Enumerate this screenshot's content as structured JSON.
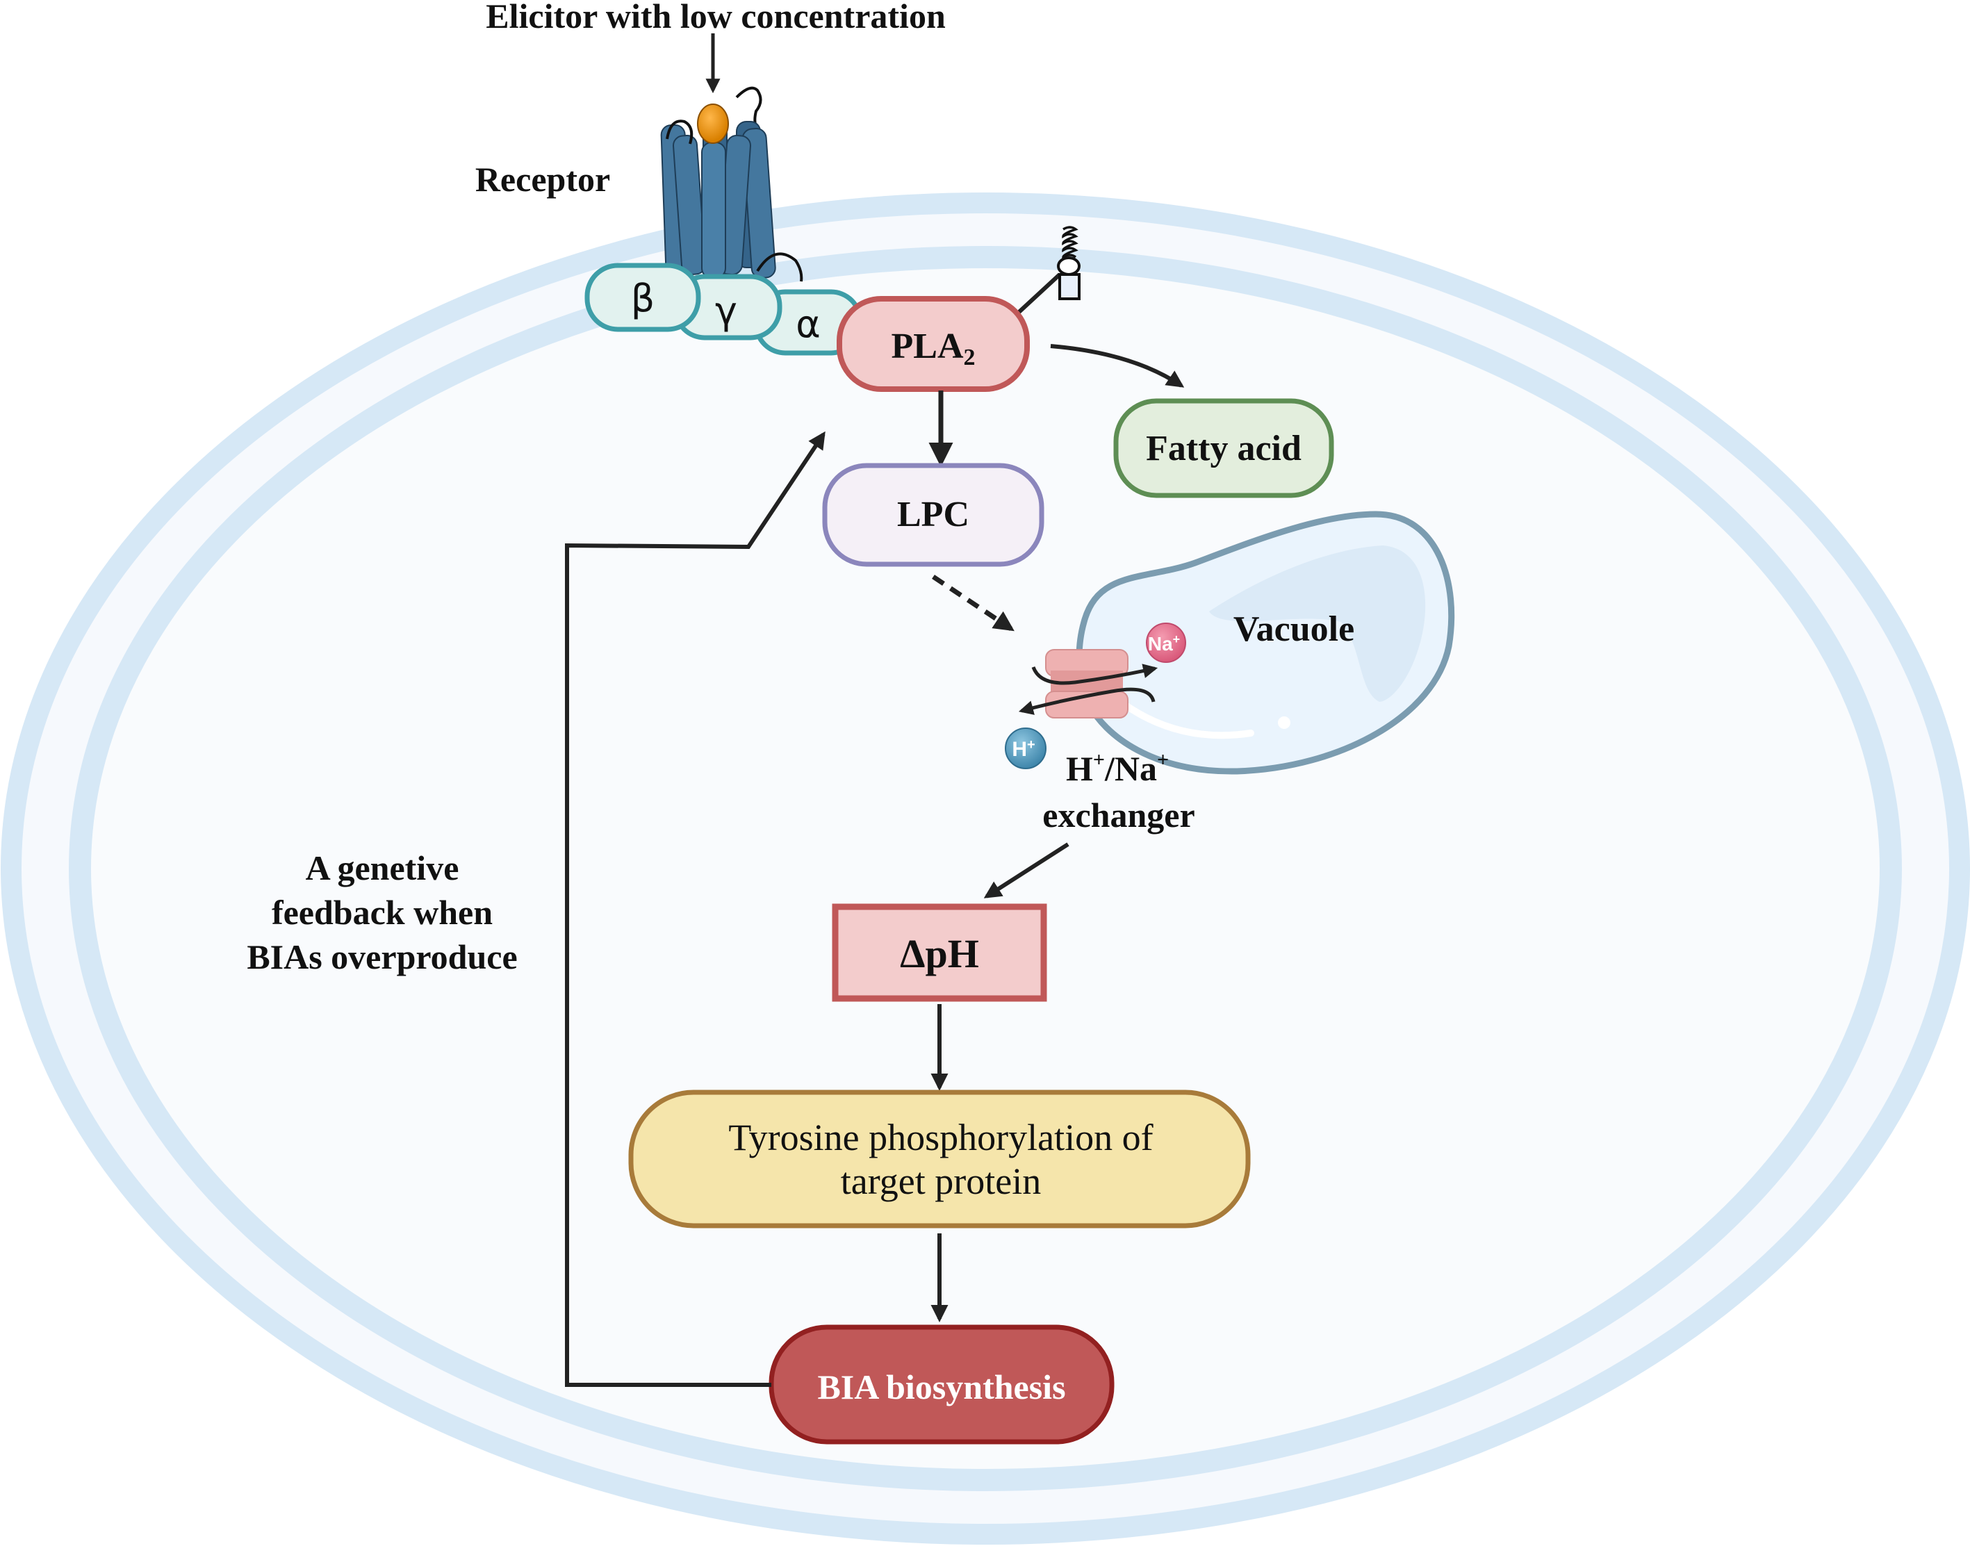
{
  "figure": {
    "type": "signaling-pathway-diagram",
    "elicitor_label": "Elicitor with low concentration",
    "receptor_label": "Receptor",
    "g_protein": {
      "beta": "β",
      "gamma": "γ",
      "alpha": "α"
    },
    "nodes": {
      "pla2": {
        "main": "PLA",
        "sub": "2"
      },
      "fatty_acid": "Fatty acid",
      "lpc": "LPC",
      "vacuole": "Vacuole",
      "exchanger": {
        "line1_h": "H",
        "line1_sep": "/Na",
        "sup": "+",
        "line2": "exchanger"
      },
      "ions": {
        "na": "Na",
        "h": "H",
        "charge": "+"
      },
      "delta_ph": "ΔpH",
      "tyrosine": {
        "line1": "Tyrosine phosphorylation of",
        "line2": "target protein"
      },
      "bia": "BIA biosynthesis"
    },
    "feedback_label": [
      "A genetive",
      "feedback when",
      "BIAs overproduce"
    ],
    "colors": {
      "membrane": "#d6e8f6",
      "cytoplasm": "#f6f9fd",
      "g_protein_fill": "#e2f2ef",
      "g_protein_stroke": "#3e9ea8",
      "pla2_fill": "#f3cccc",
      "pla2_stroke": "#c05858",
      "fatty_fill": "#e3eedd",
      "fatty_stroke": "#5e8e54",
      "lpc_fill": "#f5f0f7",
      "lpc_stroke": "#8b86bc",
      "tyr_fill": "#f5e5ab",
      "tyr_stroke": "#a87b3a",
      "bia_fill": "#c05858",
      "bia_stroke": "#922020",
      "receptor": "#44779e",
      "ligand": "#e08a00",
      "vacuole_fill": "#eaf4fd",
      "vacuole_stroke": "#7b9cb0",
      "exchanger": "#eeb1b1",
      "na_ion": "#e26f8c",
      "h_ion": "#5a9ec0",
      "arrow": "#222222"
    }
  }
}
